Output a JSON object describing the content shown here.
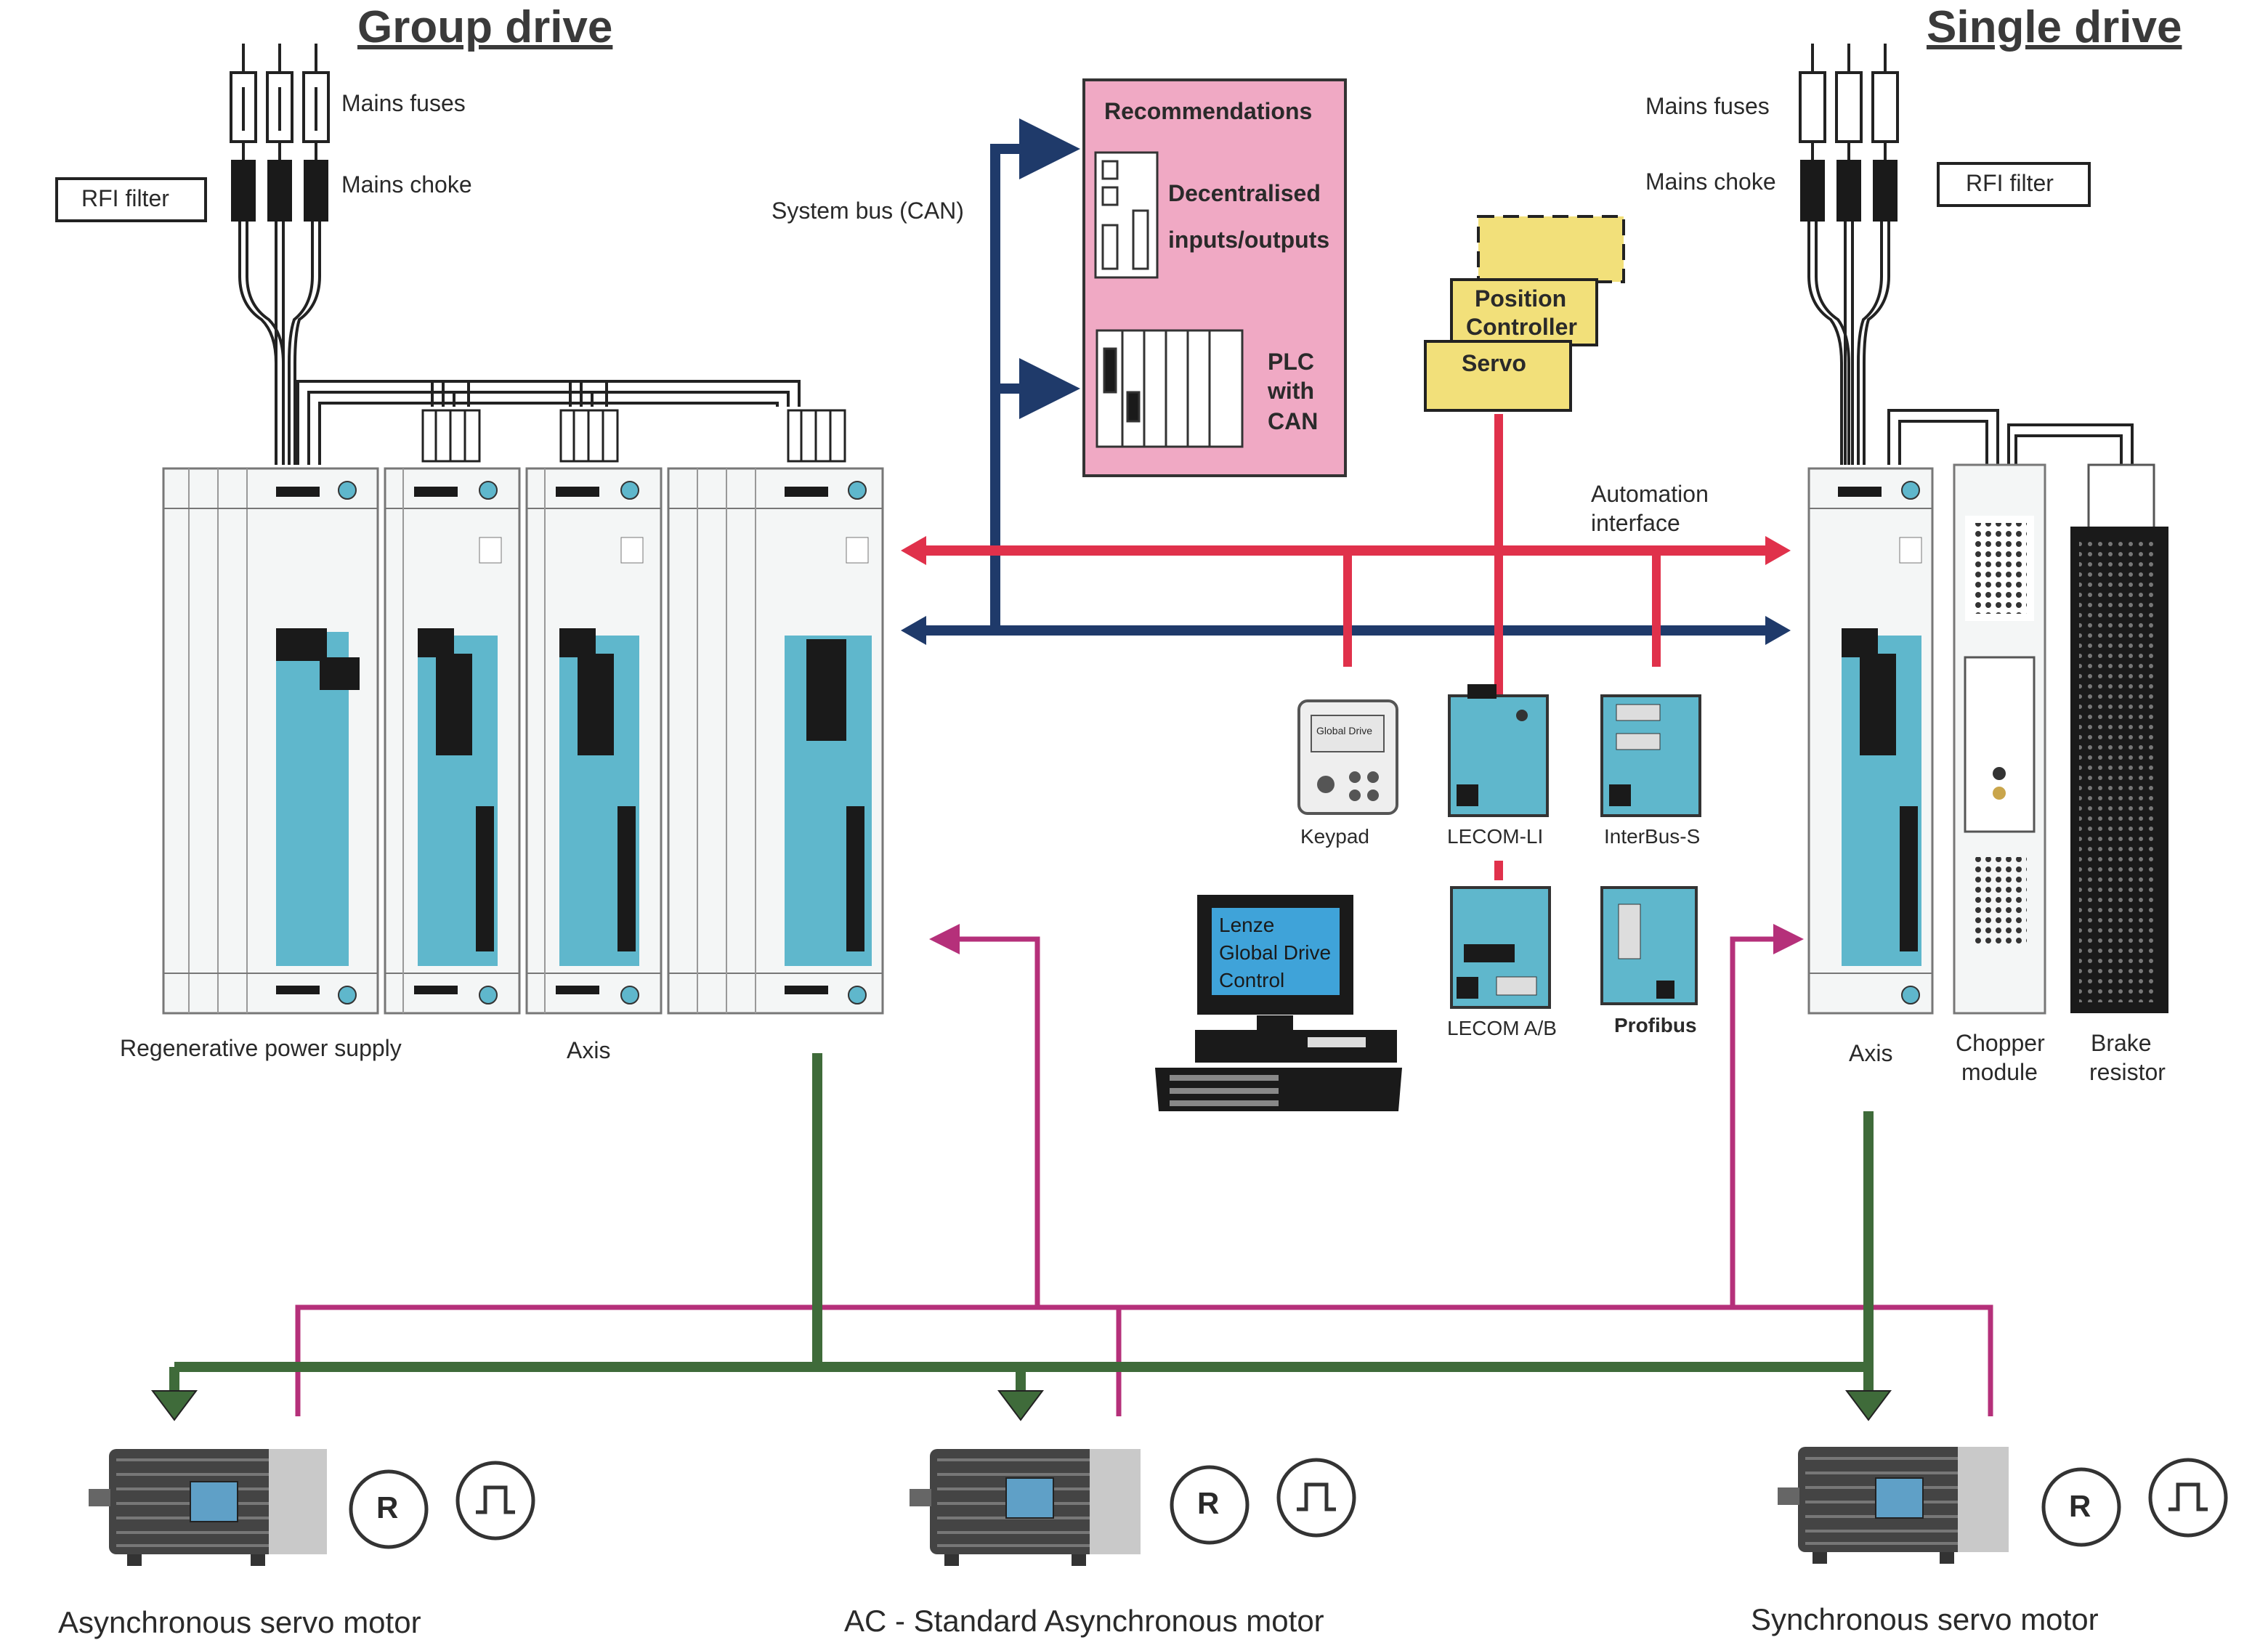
{
  "group_drive": {
    "title": "Group drive",
    "mains_fuses": "Mains fuses",
    "mains_choke": "Mains choke",
    "rfi_filter": "RFI filter",
    "regen_label": "Regenerative power supply",
    "axis_label": "Axis"
  },
  "single_drive": {
    "title": "Single drive",
    "mains_fuses": "Mains fuses",
    "mains_choke": "Mains choke",
    "rfi_filter": "RFI filter",
    "axis_label": "Axis",
    "chopper_line1": "Chopper",
    "chopper_line2": "module",
    "brake_line1": "Brake",
    "brake_line2": "resistor"
  },
  "system_bus_label": "System bus (CAN)",
  "recommendations": {
    "title": "Recommendations",
    "decentral_line1": "Decentralised",
    "decentral_line2": "inputs/outputs",
    "plc_line1": "PLC",
    "plc_line2": "with",
    "plc_line3": "CAN"
  },
  "controllers": {
    "position_line1": "Position",
    "position_line2": "Controller",
    "servo": "Servo"
  },
  "automation_line1": "Automation",
  "automation_line2": "interface",
  "modules": {
    "keypad": "Keypad",
    "keypad_screen": "Global Drive",
    "lecom_li": "LECOM-LI",
    "interbus": "InterBus-S",
    "lecom_ab": "LECOM A/B",
    "profibus": "Profibus"
  },
  "pc_screen": {
    "line1": "Lenze",
    "line2": "Global Drive",
    "line3": "Control"
  },
  "motors": [
    {
      "label": "Asynchronous servo motor",
      "resolver": "R"
    },
    {
      "label": "AC - Standard Asynchronous motor",
      "resolver": "R"
    },
    {
      "label": "Synchronous servo motor",
      "resolver": "R"
    }
  ],
  "colors": {
    "bus_red": "#e0314b",
    "bus_navy": "#1f3a6a",
    "motor_green": "#3f6b3a",
    "feedback_magenta": "#b5307a",
    "module_cyan": "#5fb7cc",
    "pink_panel": "#f0a9c4",
    "yellow_box": "#f2e07a"
  }
}
